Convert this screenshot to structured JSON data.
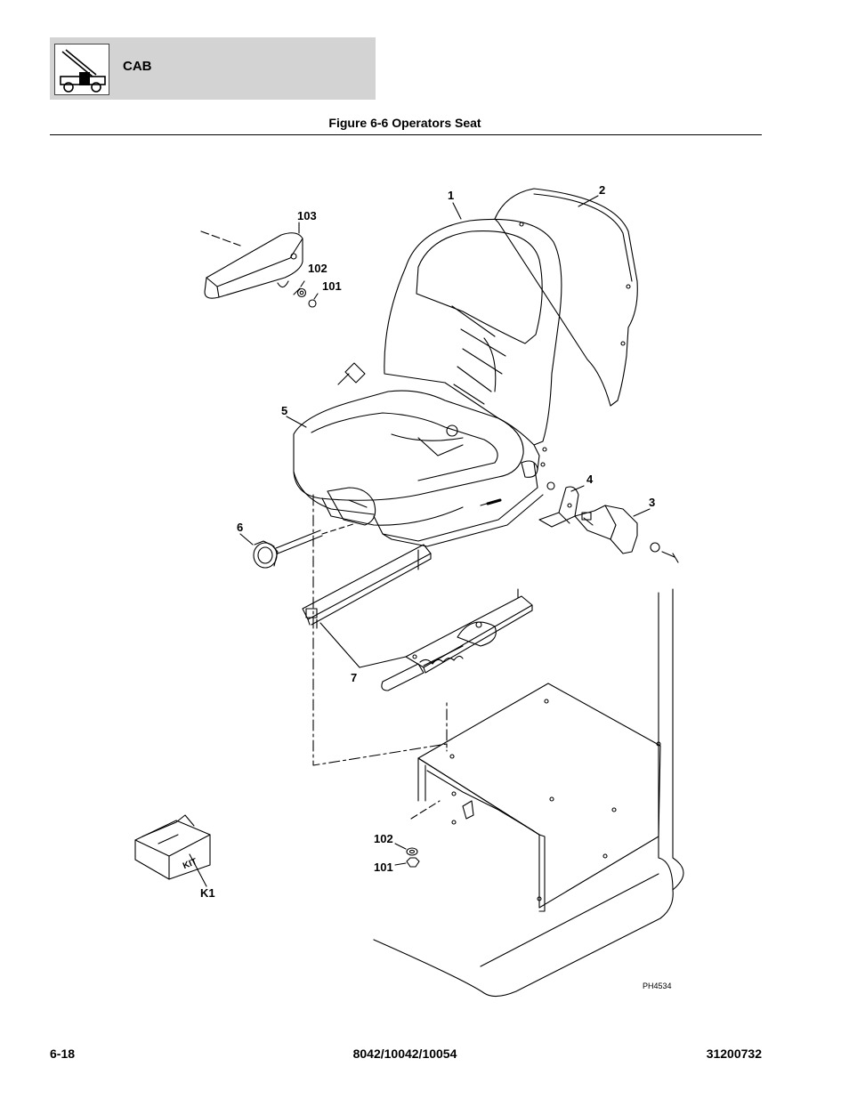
{
  "header": {
    "section": "CAB",
    "icon": "telehandler-cab-icon"
  },
  "figure": {
    "title": "Figure 6-6 Operators Seat",
    "drawing_id": "PH4534"
  },
  "callouts": {
    "c1": "1",
    "c2": "2",
    "c3": "3",
    "c4": "4",
    "c5": "5",
    "c6": "6",
    "c7": "7",
    "c101a": "101",
    "c102a": "102",
    "c103": "103",
    "c101b": "101",
    "c102b": "102",
    "k1": "K1",
    "kit_label": "KIT"
  },
  "footer": {
    "page": "6-18",
    "models": "8042/10042/10054",
    "doc_number": "31200732"
  }
}
